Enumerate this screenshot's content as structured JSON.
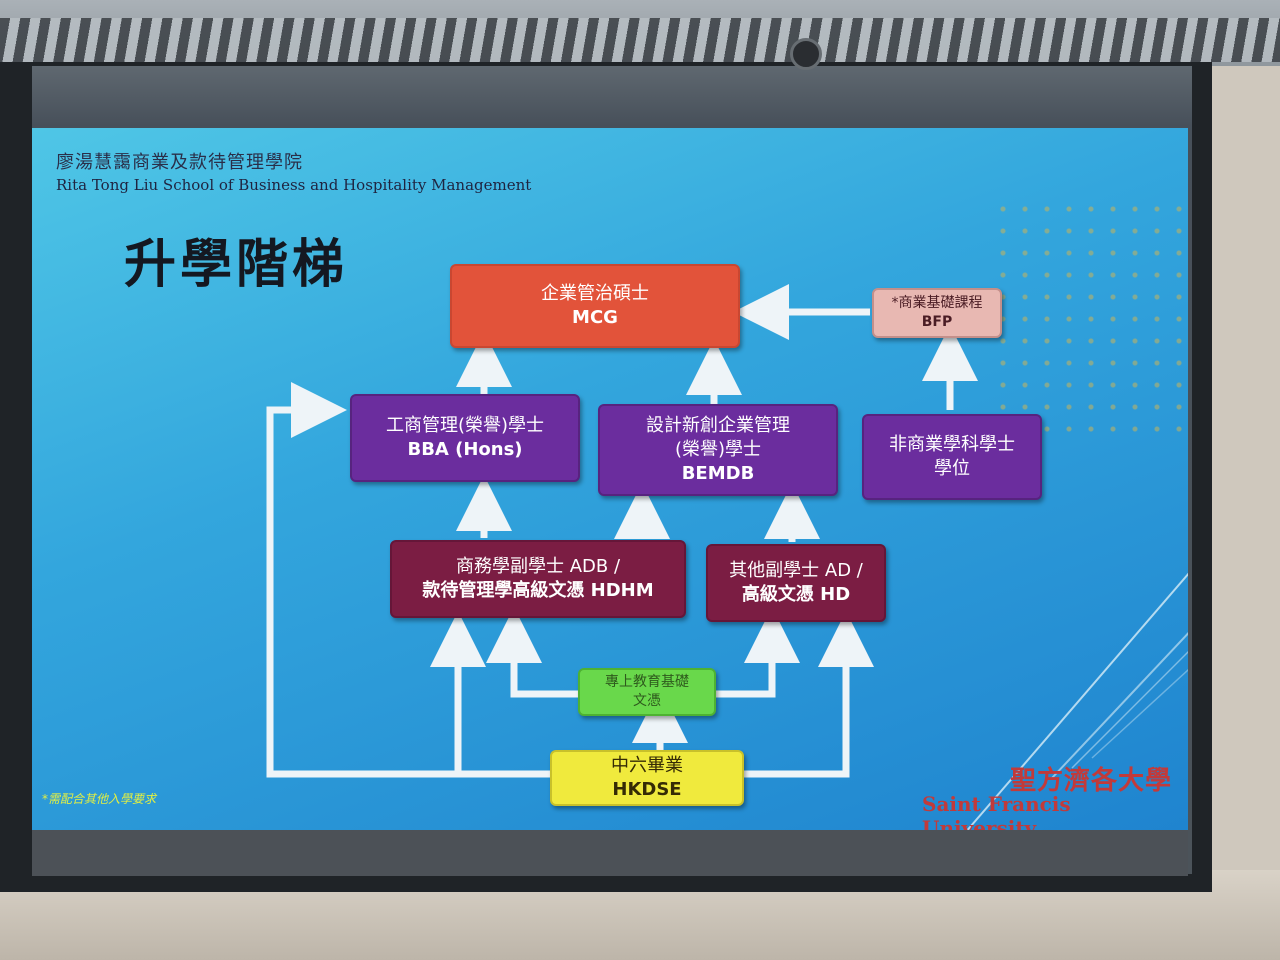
{
  "slide": {
    "school_name_zh": "廖湯慧靄商業及款待管理學院",
    "school_name_en": "Rita Tong Liu School of Business and Hospitality Management",
    "title": "升學階梯",
    "footnote": "*需配合其他入學要求",
    "university_zh": "聖方濟各大學",
    "university_en": "Saint Francis University"
  },
  "diagram": {
    "mcg": {
      "line1": "企業管治碩士",
      "line2": "MCG"
    },
    "bfp": {
      "line1": "*商業基礎課程",
      "line2": "BFP"
    },
    "bba": {
      "line1": "工商管理(榮譽)學士",
      "line2": "BBA (Hons)"
    },
    "bemdb": {
      "line1": "設計新創企業管理",
      "line2": "(榮譽)學士",
      "line3": "BEMDB"
    },
    "nonbiz": {
      "line1": "非商業學科學士",
      "line2": "學位"
    },
    "adb": {
      "line1": "商務學副學士 ADB /",
      "line2": "款待管理學高級文憑 HDHM"
    },
    "ad": {
      "line1": "其他副學士 AD /",
      "line2": "高級文憑 HD"
    },
    "foundation": {
      "line1": "專上教育基礎",
      "line2": "文憑"
    },
    "hkdse": {
      "line1": "中六畢業",
      "line2": "HKDSE"
    }
  },
  "colors": {
    "slide_gradient_start": "#4fc6e6",
    "slide_gradient_end": "#1f84cf",
    "mcg_box": "#e2533a",
    "degree_box": "#6b2d9e",
    "sub_degree_box": "#7b1d43",
    "bfp_box": "#e8b8b2",
    "foundation_box": "#69d84b",
    "hkdse_box": "#f0ea3d",
    "arrow": "#eef4f8",
    "university_logo": "#c23a3a"
  }
}
